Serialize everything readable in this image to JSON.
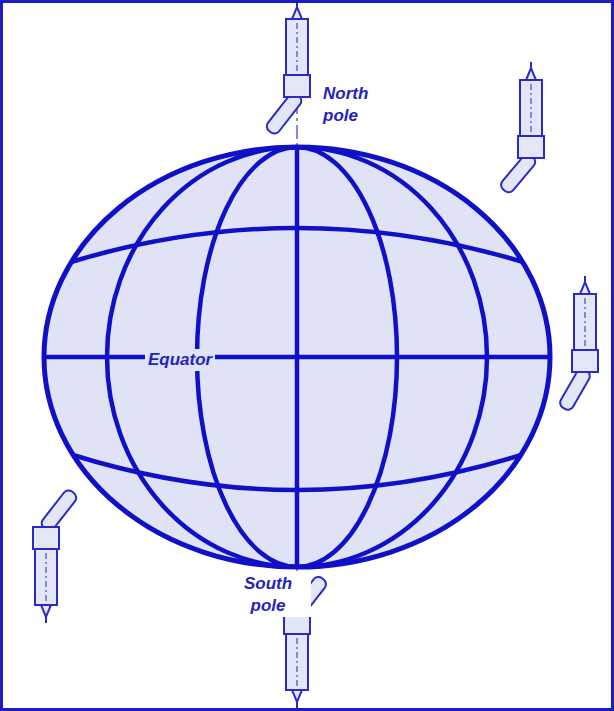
{
  "diagram": {
    "labels": [
      "North pole",
      "Equator",
      "South pole"
    ]
  }
}
